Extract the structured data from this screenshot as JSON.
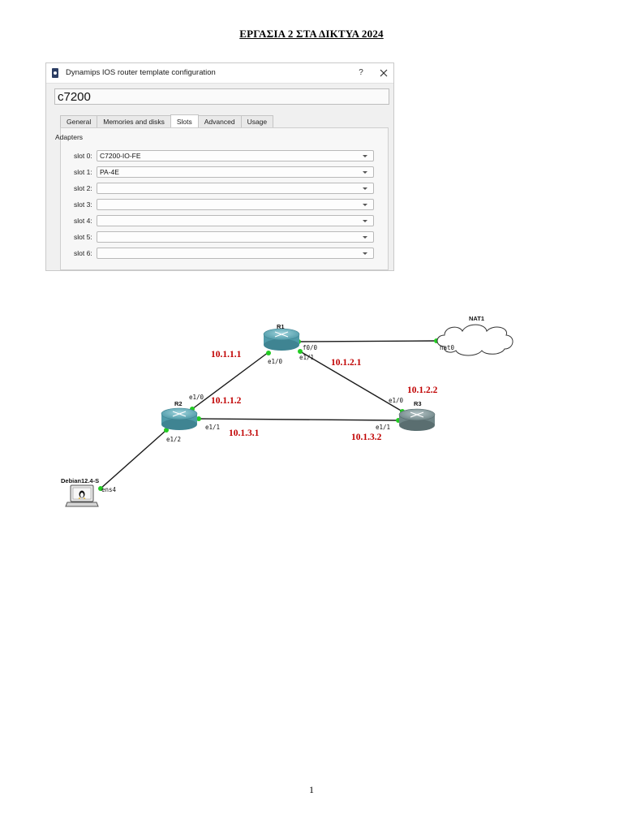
{
  "document": {
    "title": "ΕΡΓΑΣΙΑ 2 ΣΤΑ ΔΙΚΤΥΑ 2024",
    "page_number": "1"
  },
  "dialog": {
    "window_title": "Dynamips IOS router template configuration",
    "help_label": "?",
    "template_name": "c7200",
    "tabs": [
      "General",
      "Memories and disks",
      "Slots",
      "Advanced",
      "Usage"
    ],
    "active_tab": "Slots",
    "group_label": "Adapters",
    "slots": [
      {
        "label": "slot 0:",
        "value": "C7200-IO-FE"
      },
      {
        "label": "slot 1:",
        "value": "PA-4E"
      },
      {
        "label": "slot 2:",
        "value": ""
      },
      {
        "label": "slot 3:",
        "value": ""
      },
      {
        "label": "slot 4:",
        "value": ""
      },
      {
        "label": "slot 5:",
        "value": ""
      },
      {
        "label": "slot 6:",
        "value": ""
      }
    ]
  },
  "topology": {
    "nodes": {
      "r1": "R1",
      "r2": "R2",
      "r3": "R3",
      "nat": "NAT1",
      "debian": "Debian12.4-S"
    },
    "interfaces": {
      "r1_f00": "f0/0",
      "r1_e10": "e1/0",
      "r1_e11": "e1/1",
      "nat_nat0": "nat0",
      "r2_e10": "e1/0",
      "r2_e11": "e1/1",
      "r2_e12": "e1/2",
      "r3_e10": "e1/0",
      "r3_e11": "e1/1",
      "debian_ens4": "ens4"
    },
    "ips": {
      "r1_e10": "10.1.1.1",
      "r2_e10": "10.1.1.2",
      "r1_e11": "10.1.2.1",
      "r3_e10": "10.1.2.2",
      "r2_e11": "10.1.3.1",
      "r3_e11": "10.1.3.2"
    },
    "colors": {
      "ip_label": "#c00000",
      "link_endpoint": "#22cc22",
      "router_r1_r2": "#4f9aa8",
      "router_r3": "#6f8587"
    }
  }
}
